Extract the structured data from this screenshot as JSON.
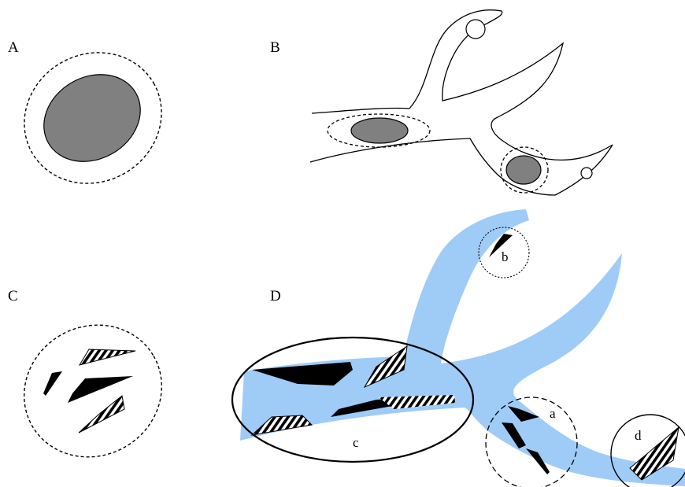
{
  "panels": [
    {
      "id": "A",
      "label": "A"
    },
    {
      "id": "B",
      "label": "B"
    },
    {
      "id": "C",
      "label": "C"
    },
    {
      "id": "D",
      "label": "D"
    }
  ],
  "insets": [
    {
      "id": "a",
      "label": "a"
    },
    {
      "id": "b",
      "label": "b"
    },
    {
      "id": "c",
      "label": "c"
    },
    {
      "id": "d",
      "label": "d"
    }
  ],
  "colors": {
    "lesion_fill": "#808080",
    "vessel_fill": "#9fcbf7",
    "outline": "#000000",
    "background": "#ffffff"
  }
}
